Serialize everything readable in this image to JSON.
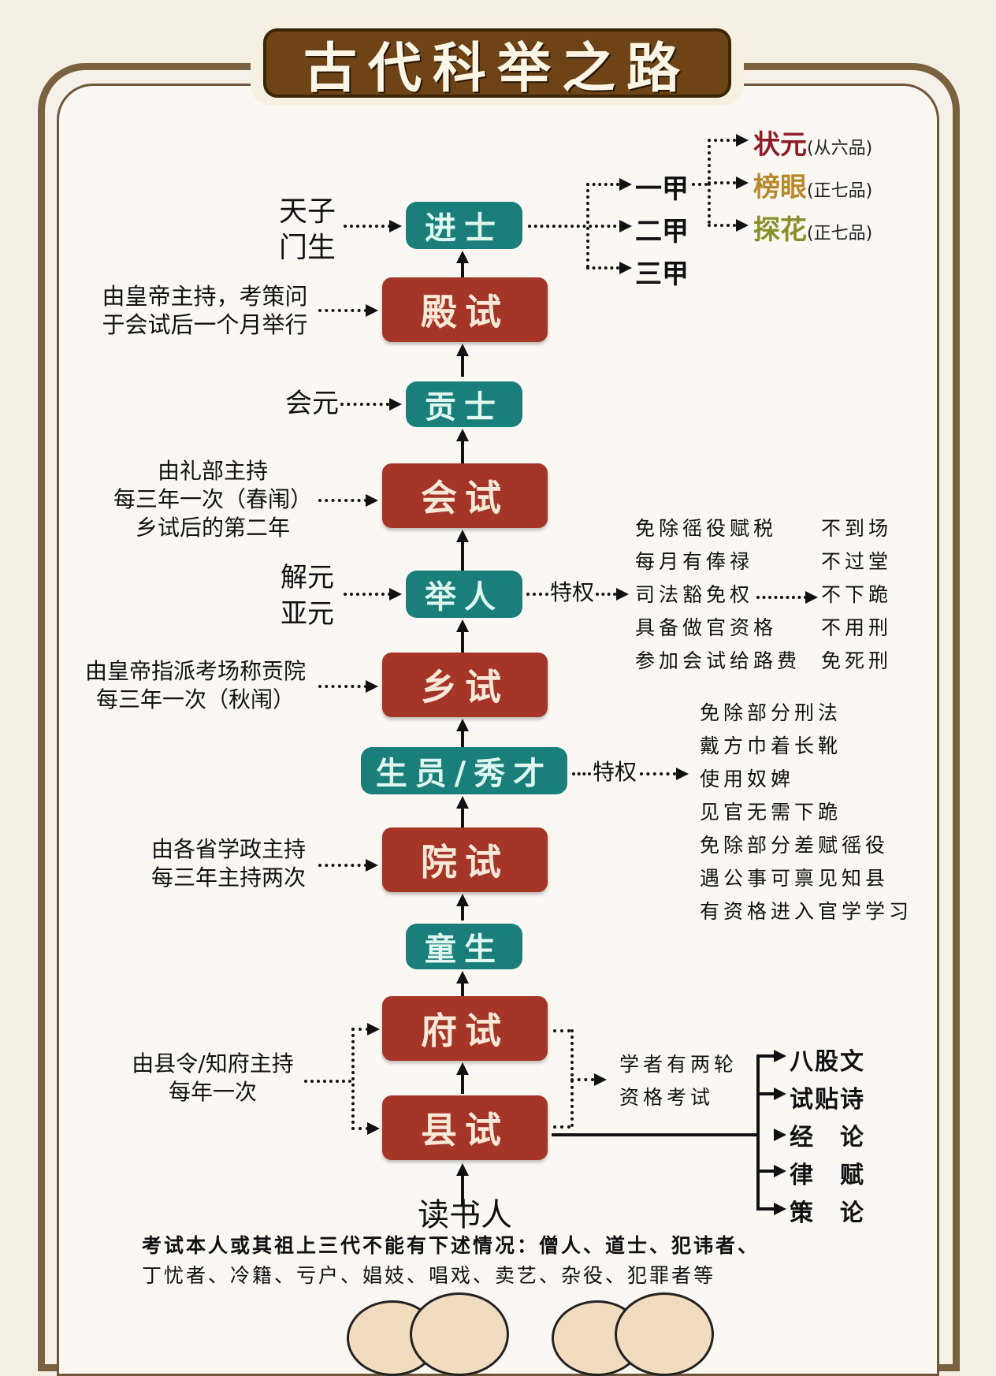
{
  "title": "古代科举之路",
  "colors": {
    "exam_node": "#a53526",
    "rank_node": "#1a7f7b",
    "title_plate": "#6e4416",
    "frame": "#7a6240",
    "zhuangyuan": "#8e1f2a",
    "bangyan": "#b8892a",
    "tanhua": "#8a8f2a"
  },
  "nodes": {
    "jinshi": "进士",
    "dianshi": "殿试",
    "gongshi": "贡士",
    "huishi": "会试",
    "juren": "举人",
    "xiangshi": "乡试",
    "shengyuan": "生员/秀才",
    "yuanshi": "院试",
    "tongsheng": "童生",
    "fushi": "府试",
    "xianshi": "县试",
    "dushuren": "读书人"
  },
  "left_notes": {
    "jinshi": [
      "天子",
      "门生"
    ],
    "dianshi": [
      "由皇帝主持，考策问",
      "于会试后一个月举行"
    ],
    "gongshi": [
      "会元"
    ],
    "huishi": [
      "由礼部主持",
      "每三年一次（春闱）",
      "乡试后的第二年"
    ],
    "juren": [
      "解元",
      "亚元"
    ],
    "xiangshi": [
      "由皇帝指派考场称贡院",
      "每三年一次（秋闱）"
    ],
    "yuanshi": [
      "由各省学政主持",
      "每三年主持两次"
    ],
    "fu_xian": [
      "由县令/知府主持",
      "每年一次"
    ]
  },
  "jinshi_ranks": {
    "jia": [
      "一甲",
      "二甲",
      "三甲"
    ],
    "honors": [
      {
        "name": "状元",
        "grade": "(从六品)"
      },
      {
        "name": "榜眼",
        "grade": "(正七品)"
      },
      {
        "name": "探花",
        "grade": "(正七品)"
      }
    ]
  },
  "juren_privileges": {
    "label": "特权",
    "items": [
      "免除徭役赋税",
      "每月有俸禄",
      "司法豁免权",
      "具备做官资格",
      "参加会试给路费"
    ],
    "judicial": [
      "不到场",
      "不过堂",
      "不下跪",
      "不用刑",
      "免死刑"
    ]
  },
  "shengyuan_privileges": {
    "label": "特权",
    "items": [
      "免除部分刑法",
      "戴方巾着长靴",
      "使用奴婢",
      "见官无需下跪",
      "免除部分差赋徭役",
      "遇公事可禀见知县",
      "有资格进入官学学习"
    ]
  },
  "qualification_note": [
    "学者有两轮",
    "资格考试"
  ],
  "subjects": [
    "八股文",
    "试贴诗",
    "经　论",
    "律　赋",
    "策　论"
  ],
  "footnote": [
    "考试本人或其祖上三代不能有下述情况：僧人、道士、犯讳者、",
    "丁忧者、冷籍、亏户、娼妓、唱戏、卖艺、杂役、犯罪者等"
  ]
}
